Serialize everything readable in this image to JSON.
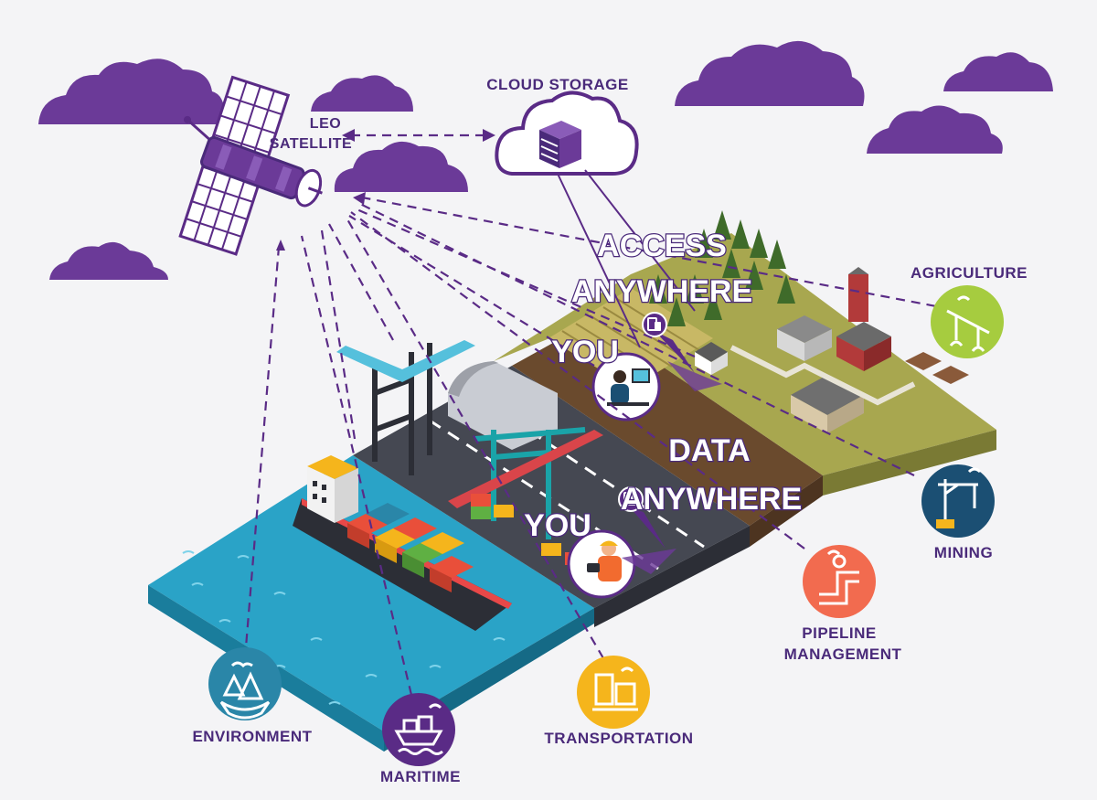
{
  "labels": {
    "cloud_storage": "CLOUD STORAGE",
    "leo_line1": "LEO",
    "leo_line2": "SATELLITE",
    "access": "ACCESS",
    "anywhere_top": "ANYWHERE",
    "you_top": "YOU",
    "data": "DATA",
    "anywhere_bottom": "ANYWHERE",
    "you_bottom": "YOU"
  },
  "sectors": [
    {
      "id": "agriculture",
      "label": "AGRICULTURE",
      "color": "#a6cc3f",
      "icon": "irrigation-icon"
    },
    {
      "id": "mining",
      "label": "MINING",
      "color": "#1b4f73",
      "icon": "mining-crane-icon"
    },
    {
      "id": "pipeline",
      "label_line1": "PIPELINE",
      "label_line2": "MANAGEMENT",
      "color": "#f26b4f",
      "icon": "pipeline-icon"
    },
    {
      "id": "transportation",
      "label": "TRANSPORTATION",
      "color": "#f5b51c",
      "icon": "train-icon"
    },
    {
      "id": "maritime",
      "label": "MARITIME",
      "color": "#5a2b86",
      "icon": "ship-icon"
    },
    {
      "id": "environment",
      "label": "ENVIRONMENT",
      "color": "#2a86a8",
      "icon": "forest-icon"
    }
  ],
  "colors": {
    "purple": "#5a2b86",
    "cloud": "#6b3a98",
    "label": "#4a2a7a",
    "water": "#2aa3c7",
    "ground_dark": "#454852",
    "farm_green": "#a8a74f",
    "dirt": "#6a4a2d"
  }
}
